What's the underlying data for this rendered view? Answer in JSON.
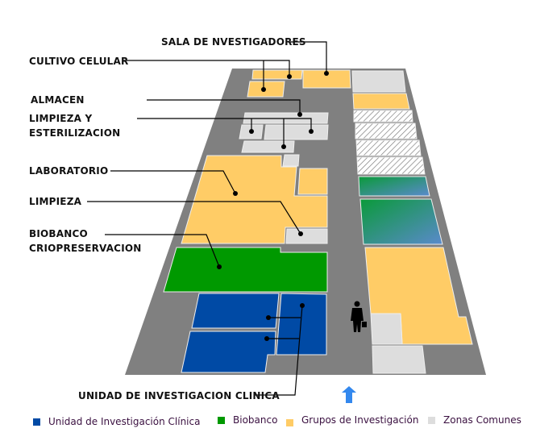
{
  "labels": {
    "sala": "SALA DE NVESTIGADORES",
    "cultivo": "CULTIVO CELULAR",
    "almacen": "ALMACEN",
    "limpieza_y": "LIMPIEZA Y",
    "esterilizacion": "ESTERILIZACION",
    "laboratorio": "LABORATORIO",
    "limpieza": "LIMPIEZA",
    "biobanco": "BIOBANCO",
    "criopreservacion": "CRIOPRESERVACION",
    "unidad": "UNIDAD DE INVESTIGACION CLINICA"
  },
  "legend": [
    {
      "label": "Unidad de Investigación Clínica",
      "color": "#004aa5"
    },
    {
      "label": "Biobanco",
      "color": "#009900"
    },
    {
      "label": "Grupos de Investigación",
      "color": "#ffcc66"
    },
    {
      "label": "Zonas Comunes",
      "color": "#dddddd"
    }
  ],
  "colors": {
    "floor": "#808080",
    "common": "#dddddd",
    "groups": "#ffcc66",
    "biobank": "#009900",
    "clinical": "#004aa5",
    "entrance": "#3388ee"
  }
}
